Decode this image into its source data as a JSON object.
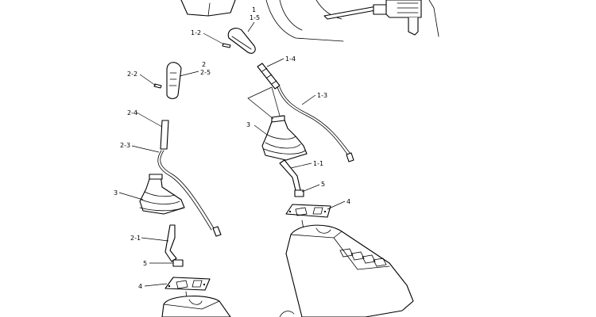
{
  "callouts": {
    "c1": "1",
    "c1_5": "1-5",
    "c1_2": "1-2",
    "c1_4": "1-4",
    "c1_3": "1-3",
    "c2": "2",
    "c2_5": "2-5",
    "c2_2": "2-2",
    "c2_4": "2-4",
    "c2_3": "2-3",
    "c3_right": "3",
    "c3_left": "3",
    "c1_1": "1-1",
    "c5_right": "5",
    "c4_right": "4",
    "c2_1": "2-1",
    "c5_left": "5",
    "c4_left": "4"
  }
}
